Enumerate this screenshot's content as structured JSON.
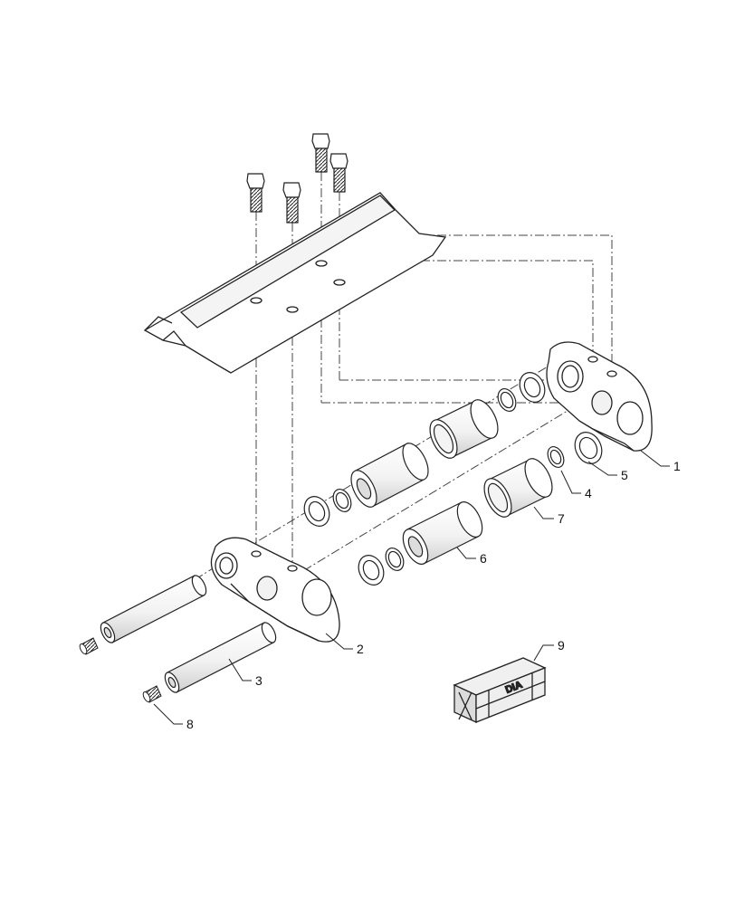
{
  "diagram": {
    "callouts": [
      {
        "id": "1",
        "label": "1"
      },
      {
        "id": "2",
        "label": "2"
      },
      {
        "id": "3",
        "label": "3"
      },
      {
        "id": "4",
        "label": "4"
      },
      {
        "id": "5",
        "label": "5"
      },
      {
        "id": "6",
        "label": "6"
      },
      {
        "id": "7",
        "label": "7"
      },
      {
        "id": "8",
        "label": "8"
      },
      {
        "id": "9",
        "label": "9"
      }
    ],
    "kit_box": {
      "text": "DIA"
    }
  }
}
